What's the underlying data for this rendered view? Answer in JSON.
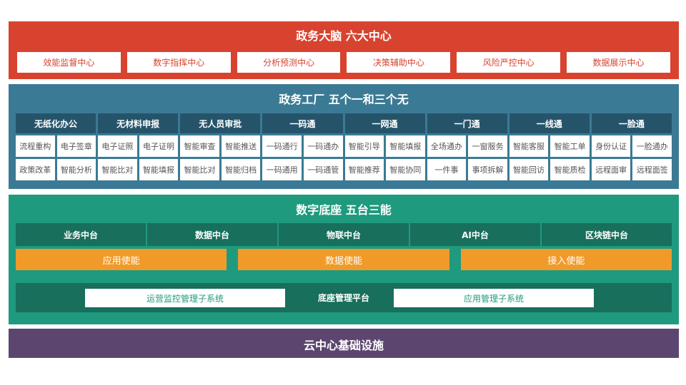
{
  "brain": {
    "title": "政务大脑  六大中心",
    "centers": [
      "效能监督中心",
      "数字指挥中心",
      "分析预测中心",
      "决策辅助中心",
      "风险严控中心",
      "数据展示中心"
    ]
  },
  "factory": {
    "title": "政务工厂    五个一和三个无",
    "groups": [
      {
        "name": "无纸化办公",
        "items": [
          "流程重构",
          "电子签章",
          "政策改革",
          "智能分析"
        ]
      },
      {
        "name": "无材料申报",
        "items": [
          "电子证照",
          "电子证明",
          "智能比对",
          "智能填报"
        ]
      },
      {
        "name": "无人员审批",
        "items": [
          "智能审查",
          "智能推送",
          "智能比对",
          "智能归档"
        ]
      },
      {
        "name": "一码通",
        "items": [
          "一码通行",
          "一码通办",
          "一码通用",
          "一码通管"
        ]
      },
      {
        "name": "一网通",
        "items": [
          "智能引导",
          "智能填报",
          "智能推荐",
          "智能协同"
        ]
      },
      {
        "name": "一门通",
        "items": [
          "全场通办",
          "一窗服务",
          "一件事",
          "事项拆解"
        ]
      },
      {
        "name": "一线通",
        "items": [
          "智能客服",
          "智能工单",
          "智能回访",
          "智能质检"
        ]
      },
      {
        "name": "一脸通",
        "items": [
          "身份认证",
          "一脸通办",
          "远程面审",
          "远程面签"
        ]
      }
    ]
  },
  "base": {
    "title": "数字底座    五台三能",
    "platforms": [
      "业务中台",
      "数据中台",
      "物联中台",
      "AI中台",
      "区块链中台"
    ],
    "enablers": [
      "应用使能",
      "数据使能",
      "接入使能"
    ],
    "management": {
      "label": "底座管理平台",
      "left": "运营监控管理子系统",
      "right": "应用管理子系统"
    }
  },
  "cloud": {
    "title": "云中心基础设施"
  }
}
